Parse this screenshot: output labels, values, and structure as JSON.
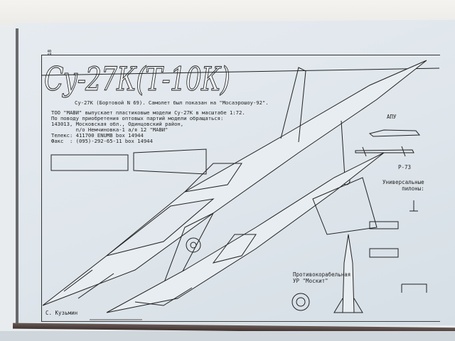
{
  "page_number": "18",
  "title": "Су-27К(Т-10К)",
  "caption": "Су-27К (Бортовой N 69). Самолет был показан на \"Мосаэрошоу-92\".",
  "info_lines": [
    "ТОО \"МАВИ\" выпускает пластиковые модели Су-27К в масштабе 1:72.",
    "По поводу приобретения оптовых партий модели обращаться:",
    "143013, Московская обл., Одинцовский район,",
    "        п/о Немчиновка-1 а/я 12 \"МАВИ\"",
    "Телекс: 411700 ENUMB box 14944",
    "Факс  : (095)-292-65-11 box 14944"
  ],
  "labels": {
    "apu": "АПУ",
    "r73": "Р-73",
    "pylons": "Универсальные\n      пилоны:",
    "moskit": "Противокорабельная\nУР \"Москит\"",
    "author": "С. Кузьмин"
  }
}
